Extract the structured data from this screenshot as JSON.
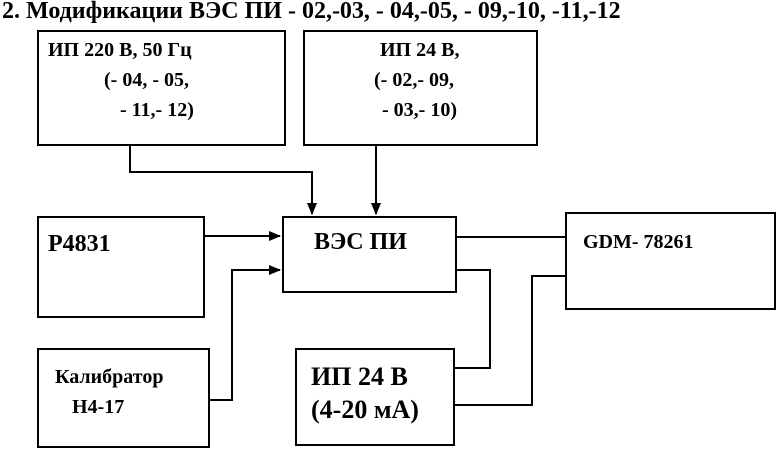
{
  "title": "2. Модификации ВЭС  ПИ - 02,-03, - 04,-05, - 09,-10, -11,-12",
  "blocks": {
    "ps220": {
      "line1": "ИП 220 В, 50 Гц",
      "line2": "(- 04, - 05,",
      "line3": "- 11,- 12)"
    },
    "ps24a": {
      "line1": "ИП 24 В,",
      "line2": "(- 02,- 09,",
      "line3": "- 03,- 10)"
    },
    "p4831": {
      "label": "Р4831"
    },
    "ves": {
      "label": "ВЭС ПИ"
    },
    "gdm": {
      "label": "GDM- 78261"
    },
    "calib": {
      "line1": "Калибратор",
      "line2": "Н4-17"
    },
    "ps24b": {
      "line1": "ИП 24 В",
      "line2": "(4-20 мА)"
    }
  }
}
